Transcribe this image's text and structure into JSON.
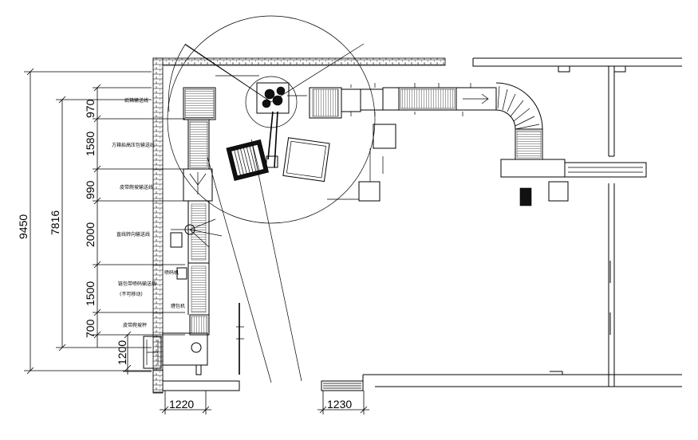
{
  "layout": {
    "dimensions": {
      "overall_height": "9450",
      "inner_height": "7816",
      "segments": [
        "970",
        "1580",
        "990",
        "2000",
        "1500",
        "700"
      ],
      "bottom_left": "1200",
      "bottom_width_left": "1220",
      "bottom_width_right": "1230"
    },
    "station_labels": [
      "纸箱输送线",
      "方箱抬高压包输送线",
      "皮带爬坡输送线",
      "直线转向输送线",
      "链包带喷码输送线",
      "(不可移动)",
      "皮带爬坡秤"
    ],
    "side_labels": [
      "喷码机",
      "缠包机"
    ]
  }
}
